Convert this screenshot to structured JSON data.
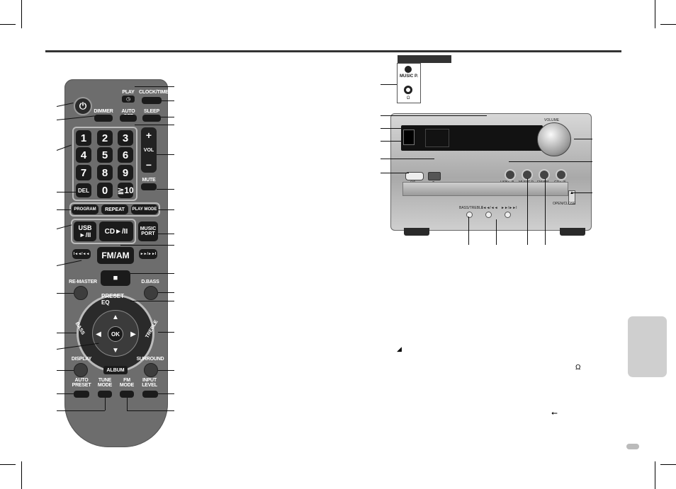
{
  "remote": {
    "play_label": "PLAY",
    "clock_timer": "CLOCK/TIMER",
    "dimmer": "DIMMER",
    "auto_off": "AUTO OFF",
    "sleep": "SLEEP",
    "numbers": [
      "1",
      "2",
      "3",
      "4",
      "5",
      "6",
      "7",
      "8",
      "9",
      "0",
      "≧10"
    ],
    "vol_plus": "+",
    "vol_label": "VOL",
    "vol_minus": "−",
    "mute": "MUTE",
    "del": "DEL",
    "program": "PROGRAM",
    "repeat": "REPEAT",
    "play_mode": "PLAY MODE",
    "usb_line1": "USB",
    "usb_line2": "►/II",
    "cd": "CD►/II",
    "music_port_1": "MUSIC",
    "music_port_2": "PORT",
    "fm_am": "FM/AM",
    "prev": "I◄◄/◄◄",
    "next": "►►/►►I",
    "stop": "■",
    "re_master": "RE-MASTER",
    "d_bass": "D.BASS",
    "preset_eq": "PRESET EQ",
    "bass": "BASS",
    "treble": "TREBLE",
    "ok": "OK",
    "album": "ALBUM",
    "display": "DISPLAY",
    "surround": "SURROUND",
    "auto_preset_1": "AUTO",
    "auto_preset_2": "PRESET",
    "tune_mode_1": "TUNE",
    "tune_mode_2": "MODE",
    "fm_mode_1": "FM",
    "fm_mode_2": "MODE",
    "input_level_1": "INPUT",
    "input_level_2": "LEVEL"
  },
  "unit": {
    "music_p": "MUSIC P.",
    "headphone": "Ω",
    "volume": "VOLUME",
    "standby": "⏻/I",
    "stop": "■",
    "usb_btn": "USB►/II",
    "music_p_btn": "MUSIC P.",
    "fm_am_btn": "FM/AM",
    "cd_btn": "CD►/II",
    "open_close": "OPEN/CLOSE",
    "bass_treble": "BASS/TREBLE",
    "prev": "I◄◄/◄◄",
    "next": "►►/►►I"
  },
  "text": {
    "headphone_symbol": "Ω",
    "usb_symbol": "⭠"
  },
  "colors": {
    "remote_body": "#6d6d6d",
    "button": "#1b1b1b",
    "side_tab": "#cfcfcf"
  }
}
